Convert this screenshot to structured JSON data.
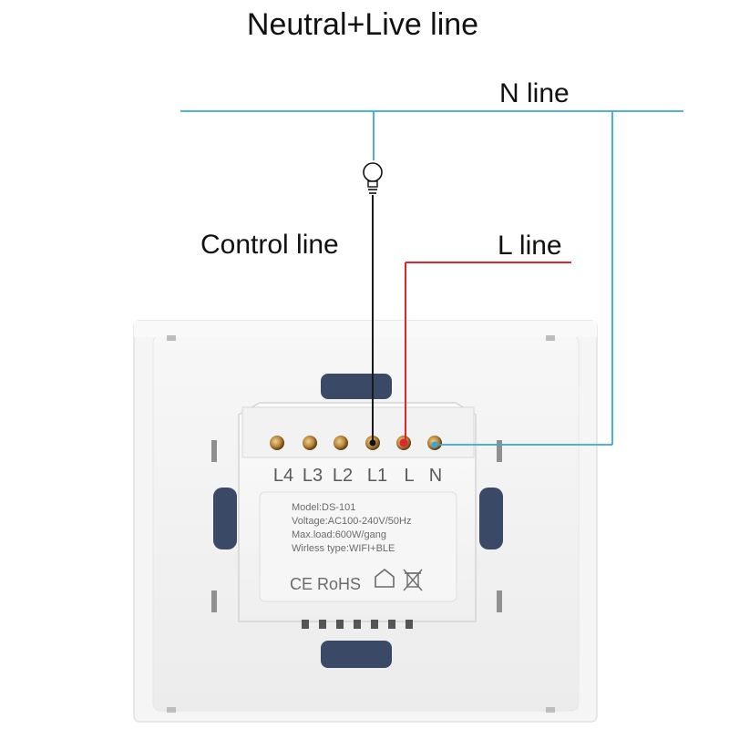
{
  "title": "Neutral+Live line",
  "labels": {
    "n_line": "N line",
    "control_line": "Control line",
    "l_line": "L line"
  },
  "terminals": [
    "L4",
    "L3",
    "L2",
    "L1",
    "L",
    "N"
  ],
  "module_label": {
    "model": "Model:DS-101",
    "voltage": "Voltage:AC100-240V/50Hz",
    "max_load": "Max.load:600W/gang",
    "wireless": "Wirless type:WIFI+BLE",
    "cert": "CE RoHS"
  },
  "colors": {
    "n_wire": "#3aa7d6",
    "l_wire": "#e0262b",
    "control_wire": "#1a1a1a",
    "panel": "#f4f4f4",
    "module": "#f8f8f8"
  },
  "icons": [
    "lightbulb-icon",
    "house-icon",
    "weee-bin-icon"
  ]
}
